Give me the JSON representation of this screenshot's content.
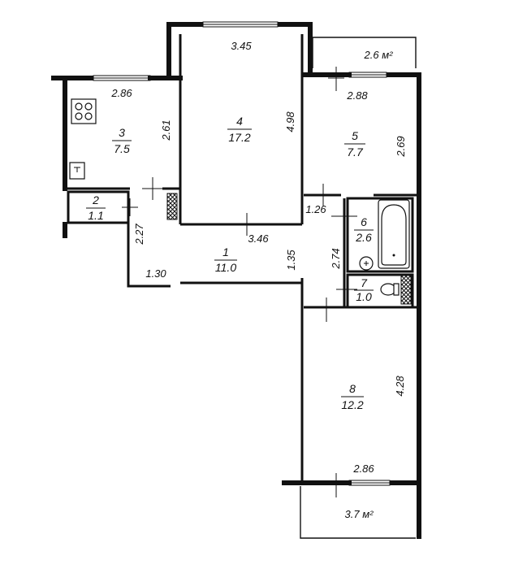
{
  "rooms": [
    {
      "id": "r1",
      "number": "1",
      "area": "11.0"
    },
    {
      "id": "r2",
      "number": "2",
      "area": "1.1"
    },
    {
      "id": "r3",
      "number": "3",
      "area": "7.5"
    },
    {
      "id": "r4",
      "number": "4",
      "area": "17.2"
    },
    {
      "id": "r5",
      "number": "5",
      "area": "7.7"
    },
    {
      "id": "r6",
      "number": "6",
      "area": "2.6"
    },
    {
      "id": "r7",
      "number": "7",
      "area": "1.0"
    },
    {
      "id": "r8",
      "number": "8",
      "area": "12.2"
    }
  ],
  "dimensions": {
    "d345": "3.45",
    "d286a": "2.86",
    "d261": "2.61",
    "d498": "4.98",
    "d288": "2.88",
    "d269": "2.69",
    "d126": "1.26",
    "d346": "3.46",
    "d227": "2.27",
    "d130": "1.30",
    "d135": "1.35",
    "d274": "2.74",
    "d428": "4.28",
    "d286b": "2.86"
  },
  "balconies": {
    "top": "2.6 м²",
    "bottom": "3.7 м²"
  }
}
